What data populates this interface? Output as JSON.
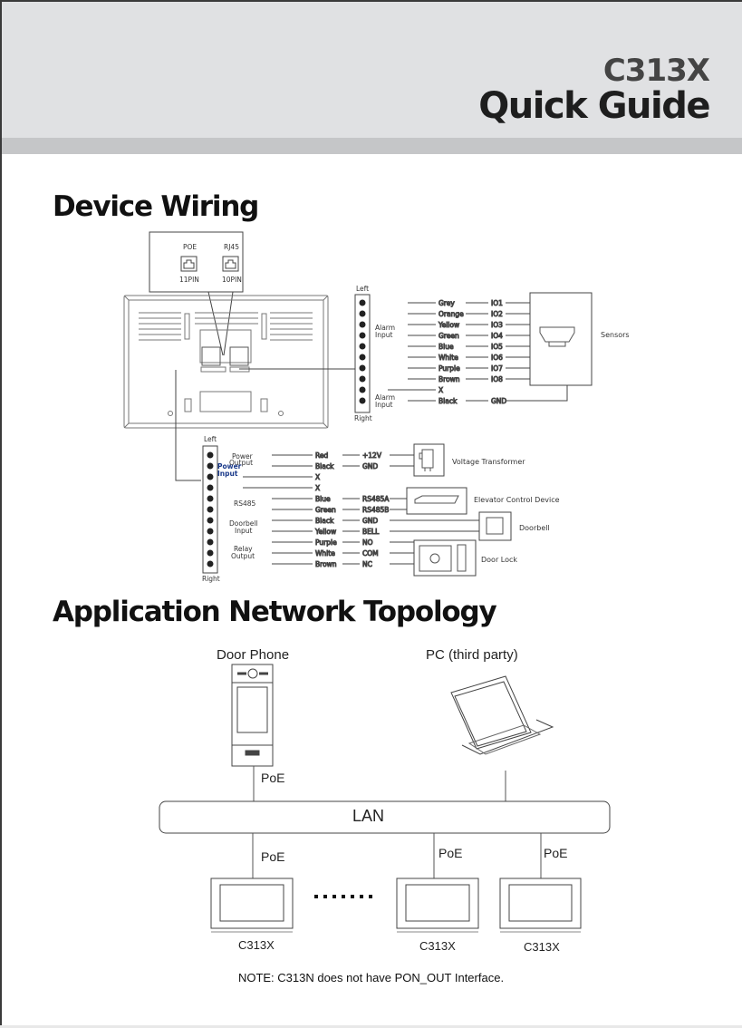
{
  "header": {
    "model": "C313X",
    "title": "Quick Guide"
  },
  "sections": {
    "wiring_title": "Device Wiring",
    "topology_title": "Application Network Topology"
  },
  "wiring": {
    "ports": [
      {
        "name": "POE",
        "pins": "11PIN"
      },
      {
        "name": "RJ45",
        "pins": "10PIN"
      }
    ],
    "block1": {
      "left_label": "Left",
      "right_label": "Right",
      "group_alarm": "Alarm Input",
      "group_alarm_gnd": "Alarm Input",
      "wires": [
        {
          "color": "Grey",
          "signal": "IO1"
        },
        {
          "color": "Orange",
          "signal": "IO2"
        },
        {
          "color": "Yellow",
          "signal": "IO3"
        },
        {
          "color": "Green",
          "signal": "IO4"
        },
        {
          "color": "Blue",
          "signal": "IO5"
        },
        {
          "color": "White",
          "signal": "IO6"
        },
        {
          "color": "Purple",
          "signal": "IO7"
        },
        {
          "color": "Brown",
          "signal": "IO8"
        },
        {
          "color": "X",
          "signal": ""
        },
        {
          "color": "Black",
          "signal": "GND"
        }
      ],
      "device": "Sensors"
    },
    "block2": {
      "left_label": "Left",
      "right_label": "Right",
      "groups": {
        "power_output": "Power Output",
        "power_input": "Power Input",
        "rs485": "RS485",
        "doorbell_input": "Doorbell Input",
        "relay_output": "Relay Output"
      },
      "wires": [
        {
          "color": "Red",
          "signal": "+12V"
        },
        {
          "color": "Black",
          "signal": "GND"
        },
        {
          "color": "X",
          "signal": ""
        },
        {
          "color": "X",
          "signal": ""
        },
        {
          "color": "Blue",
          "signal": "RS485A"
        },
        {
          "color": "Green",
          "signal": "RS485B"
        },
        {
          "color": "Black",
          "signal": "GND"
        },
        {
          "color": "Yellow",
          "signal": "BELL"
        },
        {
          "color": "Purple",
          "signal": "NO"
        },
        {
          "color": "White",
          "signal": "COM"
        },
        {
          "color": "Brown",
          "signal": "NC"
        }
      ],
      "devices": {
        "transformer": "Voltage Transformer",
        "elevator": "Elevator Control Device",
        "doorbell": "Doorbell",
        "lock": "Door Lock"
      }
    }
  },
  "topology": {
    "door_phone": "Door Phone",
    "pc": "PC (third party)",
    "lan": "LAN",
    "poe": "PoE",
    "monitors": [
      "C313X",
      "C313X",
      "C313X"
    ],
    "ellipsis": "·······"
  },
  "note": "NOTE: C313N does not have PON_OUT Interface."
}
